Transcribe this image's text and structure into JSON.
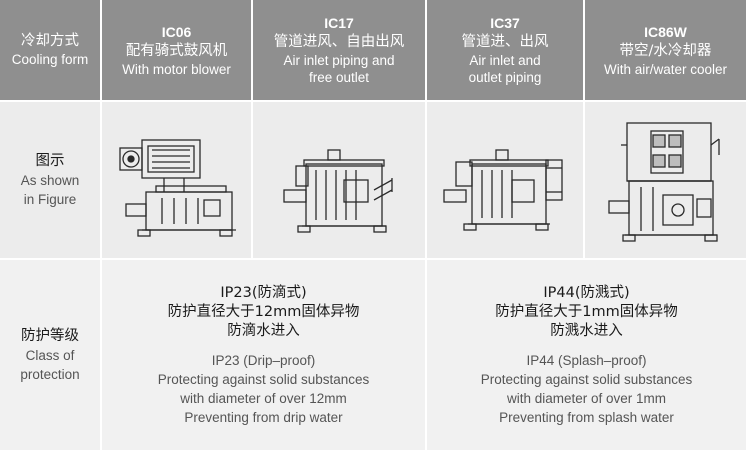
{
  "header": {
    "label": {
      "zh": "冷却方式",
      "en": "Cooling form"
    },
    "columns": [
      {
        "code": "IC06",
        "zh": "配有骑式鼓风机",
        "en": [
          "With motor blower"
        ]
      },
      {
        "code": "IC17",
        "zh": "管道进风、自由出风",
        "en": [
          "Air inlet piping and",
          "free outlet"
        ]
      },
      {
        "code": "IC37",
        "zh": "管道进、出风",
        "en": [
          "Air inlet and",
          "outlet piping"
        ]
      },
      {
        "code": "IC86W",
        "zh": "带空/水冷却器",
        "en": [
          "With air/water cooler"
        ]
      }
    ]
  },
  "figure_row": {
    "label": {
      "zh": "图示",
      "en": [
        "As shown",
        "in Figure"
      ]
    },
    "images": [
      "motor-ic06-icon",
      "motor-ic17-icon",
      "motor-ic37-icon",
      "motor-ic86w-icon"
    ]
  },
  "protection_row": {
    "label": {
      "zh": "防护等级",
      "en": [
        "Class of",
        "protection"
      ]
    },
    "ip23": {
      "zh": [
        "IP23(防滴式)",
        "防护直径大于12mm固体异物",
        "防滴水进入"
      ],
      "en": [
        "IP23 (Drip–proof)",
        "Protecting against solid substances",
        "with diameter of over 12mm",
        "Preventing from drip water"
      ]
    },
    "ip44": {
      "zh": [
        "IP44(防溅式)",
        "防护直径大于1mm固体异物",
        "防溅水进入"
      ],
      "en": [
        "IP44 (Splash–proof)",
        "Protecting against solid substances",
        "with diameter of over 1mm",
        "Preventing from splash water"
      ]
    }
  },
  "colors": {
    "header_bg": "#8f8f8f",
    "body_bg": "#ececec",
    "border": "#ffffff"
  }
}
